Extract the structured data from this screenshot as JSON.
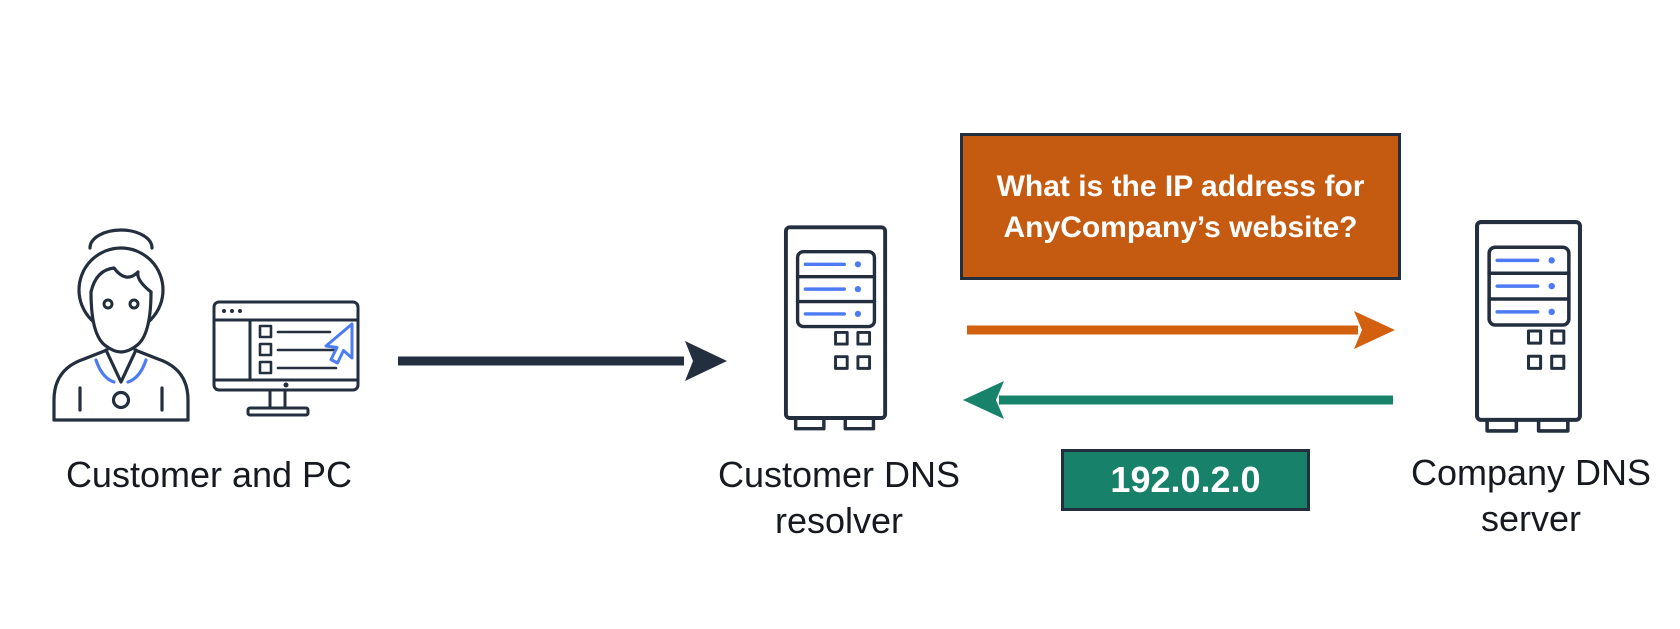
{
  "nodes": {
    "customer": {
      "label": "Customer and PC"
    },
    "resolver": {
      "label": "Customer DNS\nresolver"
    },
    "company": {
      "label": "Company DNS\nserver"
    }
  },
  "messages": {
    "query": {
      "text": "What is the IP address for AnyCompany’s website?",
      "bg": "#C55A11"
    },
    "response": {
      "text": "192.0.2.0",
      "bg": "#17816A"
    }
  },
  "arrows": {
    "customer_to_resolver": {
      "direction": "right",
      "color": "#232F3E"
    },
    "resolver_to_company": {
      "direction": "right",
      "color": "#D2600F"
    },
    "company_to_resolver": {
      "direction": "left",
      "color": "#17836B"
    }
  },
  "icons": {
    "customer": "person-icon",
    "pc": "browser-monitor-icon",
    "cursor": "cursor-icon",
    "resolver": "dns-server-icon",
    "company": "dns-server-icon"
  },
  "colors": {
    "ink": "#232F3E",
    "blue_accent": "#4D7BF3",
    "orange": "#C55A11",
    "teal": "#17816A",
    "label_text": "#16191F",
    "box_text": "#FFFFFF",
    "background": "#FFFFFF"
  }
}
